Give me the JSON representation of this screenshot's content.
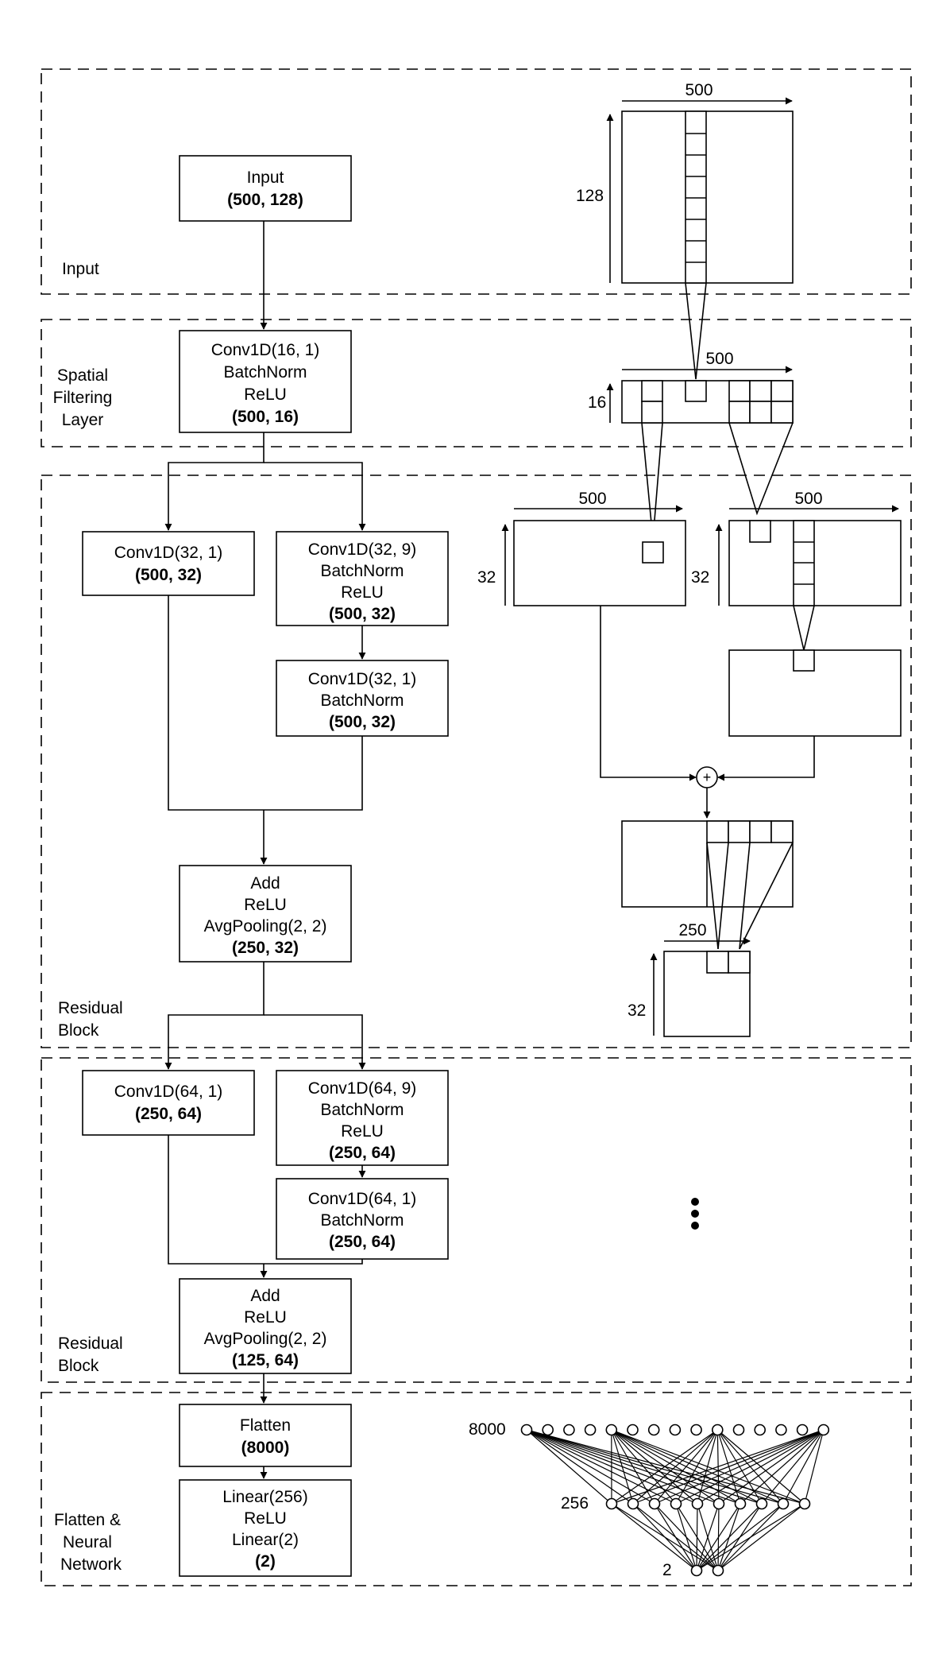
{
  "sections": {
    "input": "Input",
    "spatial": [
      "Spatial",
      "Filtering",
      "Layer"
    ],
    "residual1": [
      "Residual",
      "Block"
    ],
    "residual2": [
      "Residual",
      "Block"
    ],
    "flatten": [
      "Flatten &",
      "Neural",
      "Network"
    ]
  },
  "blocks": {
    "input": [
      "Input",
      "(500, 128)"
    ],
    "spatial": [
      "Conv1D(16, 1)",
      "BatchNorm",
      "ReLU",
      "(500, 16)"
    ],
    "r1_skip": [
      "Conv1D(32, 1)",
      "(500, 32)"
    ],
    "r1_conv_a": [
      "Conv1D(32, 9)",
      "BatchNorm",
      "ReLU",
      "(500, 32)"
    ],
    "r1_conv_b": [
      "Conv1D(32, 1)",
      "BatchNorm",
      "(500, 32)"
    ],
    "r1_add": [
      "Add",
      "ReLU",
      "AvgPooling(2, 2)",
      "(250, 32)"
    ],
    "r2_skip": [
      "Conv1D(64, 1)",
      "(250, 64)"
    ],
    "r2_conv_a": [
      "Conv1D(64, 9)",
      "BatchNorm",
      "ReLU",
      "(250, 64)"
    ],
    "r2_conv_b": [
      "Conv1D(64, 1)",
      "BatchNorm",
      "(250, 64)"
    ],
    "r2_add": [
      "Add",
      "ReLU",
      "AvgPooling(2, 2)",
      "(125, 64)"
    ],
    "flatten": [
      "Flatten",
      "(8000)"
    ],
    "linear": [
      "Linear(256)",
      "ReLU",
      "Linear(2)",
      "(2)"
    ]
  },
  "dims": {
    "input_w": "500",
    "input_h": "128",
    "spatial_w": "500",
    "spatial_h": "16",
    "r1_left_w": "500",
    "r1_left_h": "32",
    "r1_right_w": "500",
    "r1_right_h": "32",
    "pool_w": "250",
    "pool_h": "32"
  },
  "nn_labels": {
    "input": "8000",
    "hidden": "256",
    "output": "2"
  },
  "plus_symbol": "+",
  "ellipsis": "⋮"
}
